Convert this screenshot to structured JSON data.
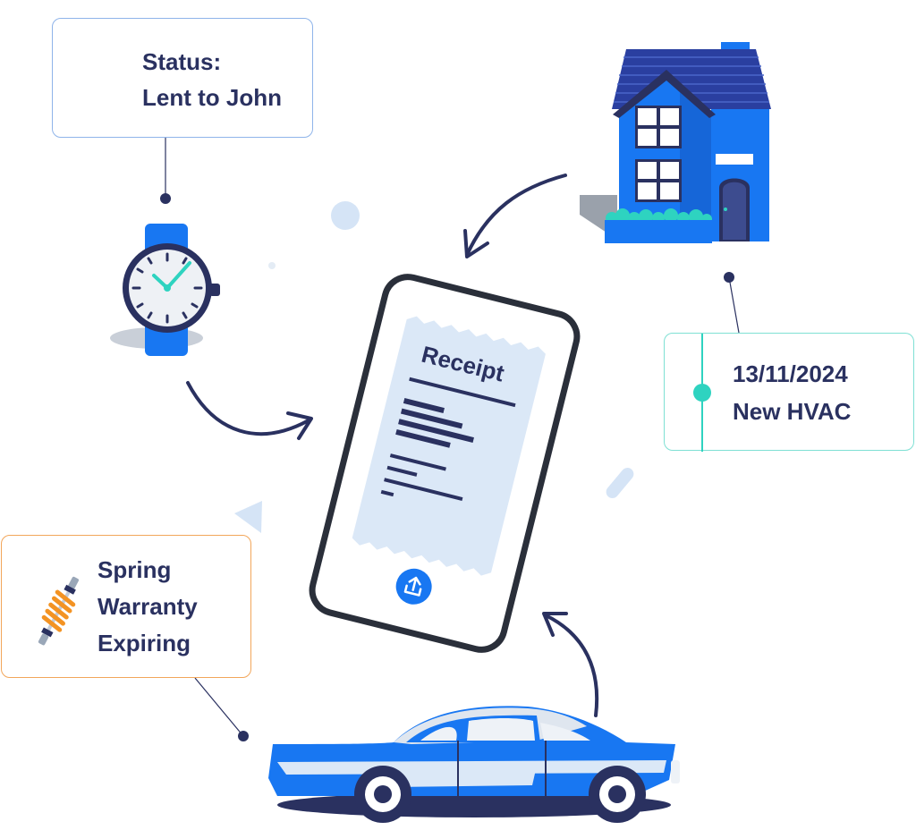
{
  "status_card": {
    "line1": "Status:",
    "line2": "Lent to John"
  },
  "hvac_card": {
    "date": "13/11/2024",
    "event": "New HVAC"
  },
  "spring_card": {
    "line1": "Spring",
    "line2": "Warranty",
    "line3": "Expiring"
  },
  "phone": {
    "receipt_title": "Receipt"
  },
  "colors": {
    "primary_blue": "#1877f2",
    "navy": "#2a3160",
    "teal": "#2ed3c0",
    "orange": "#f39323",
    "light_blue": "#dbe8f7"
  },
  "icons": [
    "location-pin-icon",
    "watch-icon",
    "house-icon",
    "car-icon",
    "phone-icon",
    "upload-icon",
    "shock-absorber-icon"
  ]
}
